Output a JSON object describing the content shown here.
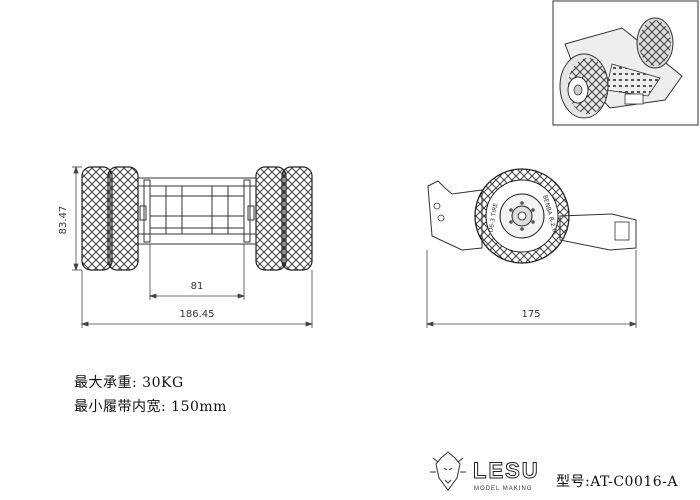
{
  "dimensions": {
    "height": "83.47",
    "inner_width": "81",
    "total_width": "186.45",
    "length": "175"
  },
  "specs": {
    "max_load": "最大承重: 30KG",
    "min_track_width": "最小履带内宽: 150mm"
  },
  "brand": {
    "name": "LESU",
    "tagline": "MODEL MAKING"
  },
  "model": {
    "label": "型号:AT-C0016-A"
  },
  "wheel": {
    "tire_text_right": "BENBA R-2.6",
    "tire_text_left": "D6-3 TIRE"
  }
}
